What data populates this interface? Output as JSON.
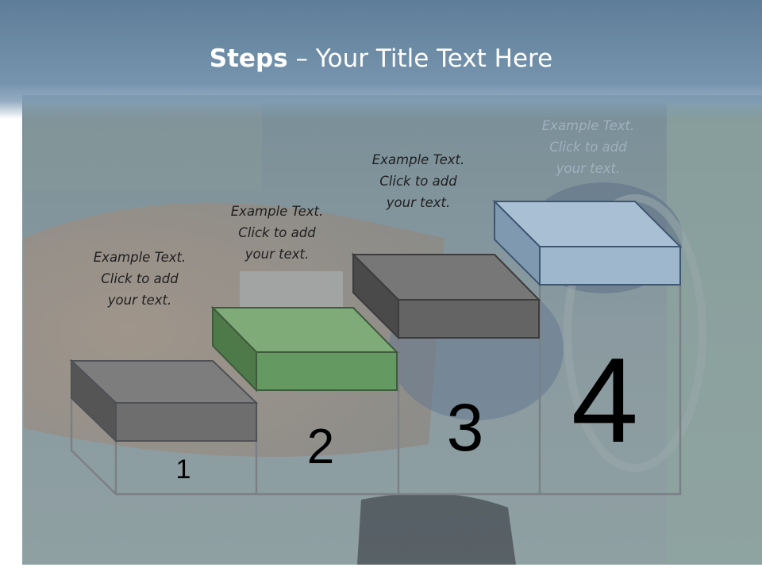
{
  "title": {
    "bold": "Steps",
    "rest": " – Your Title Text Here"
  },
  "steps": [
    {
      "number": "1",
      "lines": [
        "Example Text.",
        "Click  to add",
        "your text."
      ],
      "color": "#6e6e6e"
    },
    {
      "number": "2",
      "lines": [
        "Example Text.",
        "Click  to add",
        "your text."
      ],
      "color": "#5f8f5c"
    },
    {
      "number": "3",
      "lines": [
        "Example Text.",
        "Click  to add",
        "your text."
      ],
      "color": "#646464"
    },
    {
      "number": "4",
      "lines": [
        "Example Text.",
        "Click  to add",
        "your text."
      ],
      "color": "#9fb7cc"
    }
  ]
}
